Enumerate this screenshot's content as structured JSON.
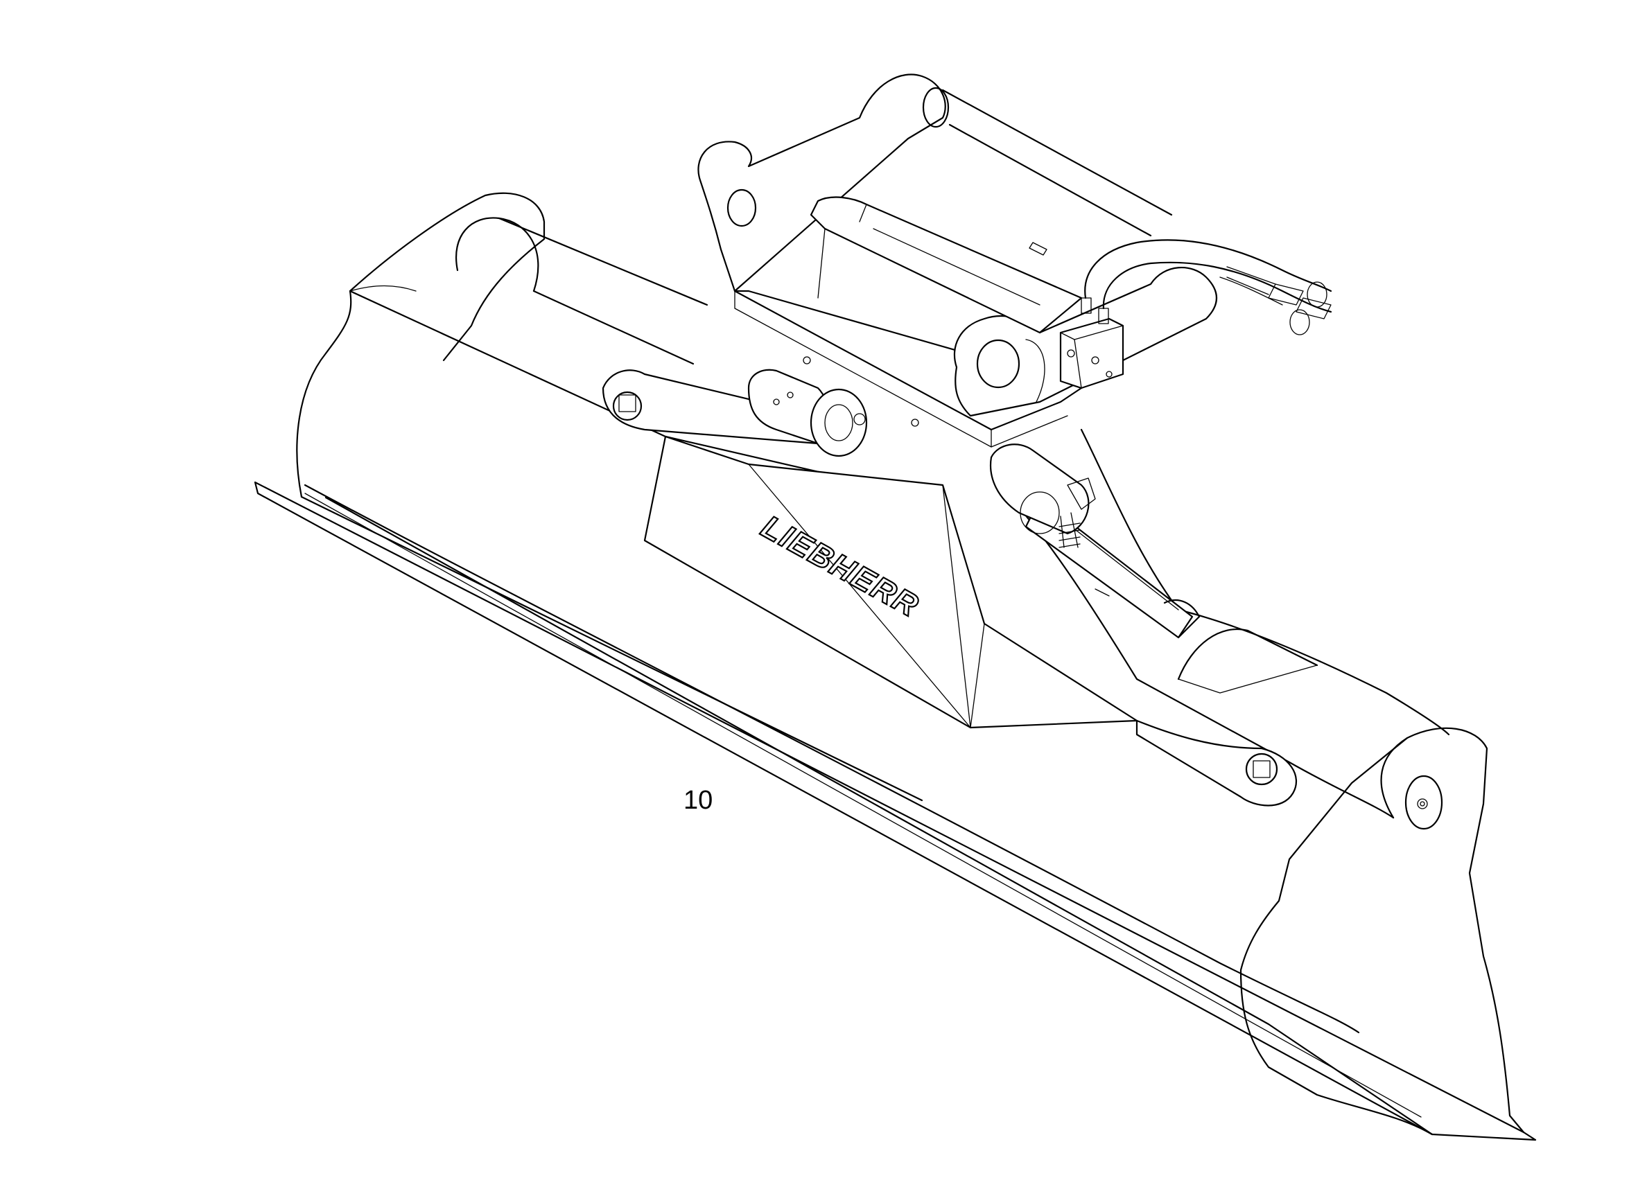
{
  "diagram": {
    "brand_logo": "LIEBHERR",
    "callouts": [
      {
        "id": "bucket",
        "label": "10"
      }
    ],
    "colors": {
      "line": "#000000",
      "background": "#ffffff"
    }
  }
}
